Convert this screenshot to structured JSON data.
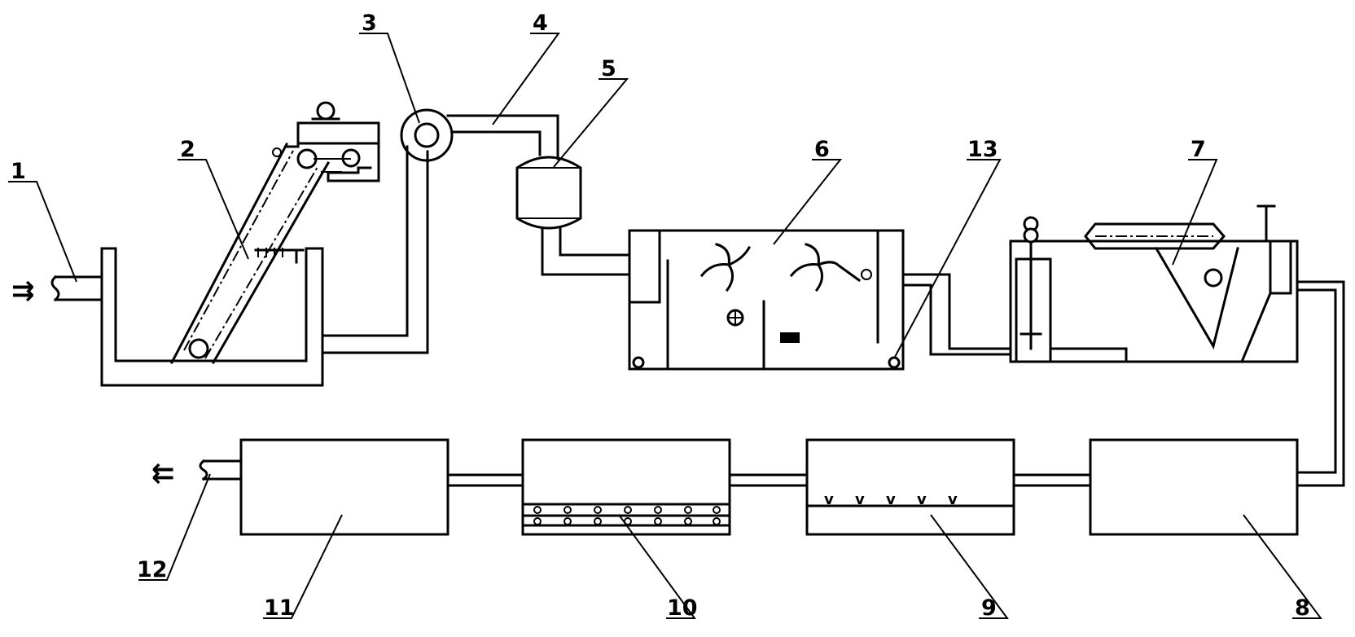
{
  "labels": {
    "n1": "1",
    "n2": "2",
    "n3": "3",
    "n4": "4",
    "n5": "5",
    "n6": "6",
    "n7": "7",
    "n8": "8",
    "n9": "9",
    "n10": "10",
    "n11": "11",
    "n12": "12",
    "n13": "13"
  },
  "flow": {
    "inlet_arrow": "⇉",
    "outlet_arrow": "⇇"
  }
}
